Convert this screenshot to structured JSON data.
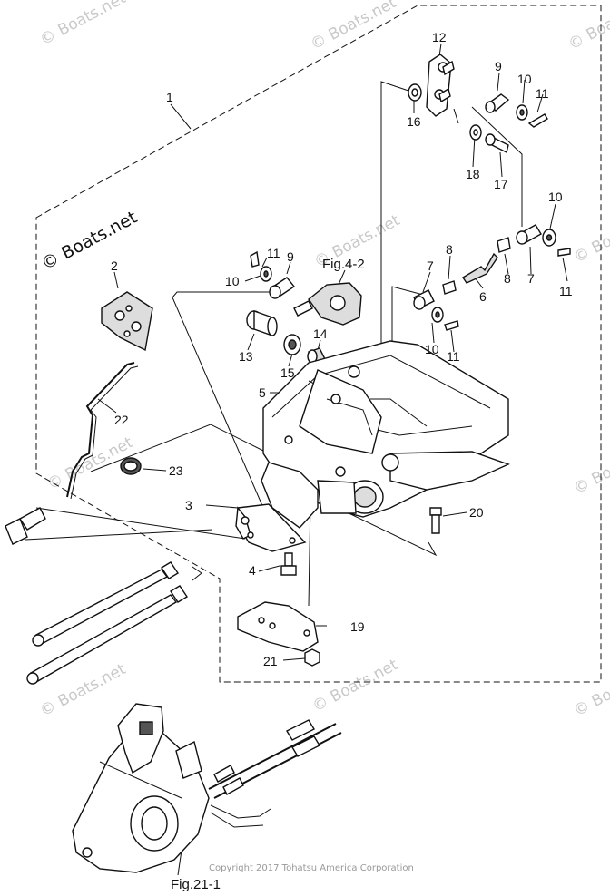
{
  "callouts": [
    {
      "label": "1"
    },
    {
      "label": "2"
    },
    {
      "label": "3"
    },
    {
      "label": "4"
    },
    {
      "label": "5"
    },
    {
      "label": "6"
    },
    {
      "label": "7"
    },
    {
      "label": "7"
    },
    {
      "label": "8"
    },
    {
      "label": "8"
    },
    {
      "label": "9"
    },
    {
      "label": "9"
    },
    {
      "label": "10"
    },
    {
      "label": "10"
    },
    {
      "label": "10"
    },
    {
      "label": "10"
    },
    {
      "label": "11"
    },
    {
      "label": "11"
    },
    {
      "label": "11"
    },
    {
      "label": "11"
    },
    {
      "label": "12"
    },
    {
      "label": "13"
    },
    {
      "label": "14"
    },
    {
      "label": "15"
    },
    {
      "label": "16"
    },
    {
      "label": "17"
    },
    {
      "label": "18"
    },
    {
      "label": "19"
    },
    {
      "label": "20"
    },
    {
      "label": "21"
    },
    {
      "label": "22"
    },
    {
      "label": "23"
    }
  ],
  "figure_refs": {
    "fig_4_2": "Fig.4-2",
    "fig_21_1": "Fig.21-1"
  },
  "watermark": "© Boats.net",
  "copyright": "Copyright 2017 Tohatsu America Corporation"
}
